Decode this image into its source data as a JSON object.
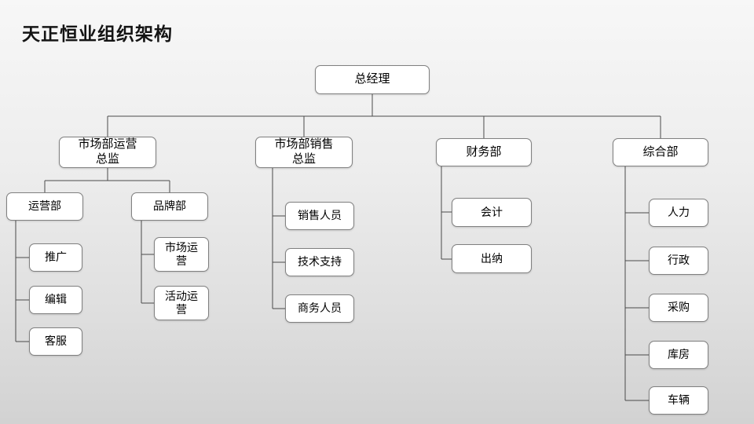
{
  "title": "天正恒业组织架构",
  "nodes": {
    "gm": "总经理",
    "mkt_ops": "市场部运营\n总监",
    "mkt_sales": "市场部销售\n总监",
    "finance": "财务部",
    "general": "综合部",
    "ops": "运营部",
    "brand": "品牌部",
    "promo": "推广",
    "editor": "编辑",
    "cs": "客服",
    "mkt_yy": "市场运\n营",
    "event_yy": "活动运\n营",
    "sales": "销售人员",
    "tech": "技术支持",
    "biz": "商务人员",
    "kuaiji": "会计",
    "chuna": "出纳",
    "hr": "人力",
    "admin": "行政",
    "purchasing": "采购",
    "warehouse": "库房",
    "vehicles": "车辆"
  },
  "colors": {
    "box_fill": "#ffffff",
    "box_border": "#808080",
    "connector_line": "#4a4a4a",
    "text": "#000000",
    "background_top": "#f7f7f7",
    "background_bottom": "#d2d2d2"
  }
}
